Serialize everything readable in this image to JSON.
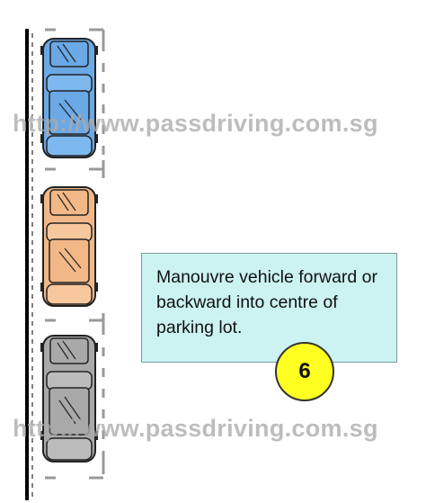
{
  "note": {
    "lines": [
      "Manouvre vehicle forward or",
      "backward into centre of",
      "parking lot."
    ]
  },
  "step": {
    "number": "6"
  },
  "watermark": {
    "text": "http://www.passdriving.com.sg"
  },
  "colors": {
    "car_top": "#6aa8e6",
    "car_middle": "#f3b887",
    "car_bottom": "#a9a9a9",
    "note_background": "#ccf2f2",
    "step_circle": "#ffff22"
  }
}
